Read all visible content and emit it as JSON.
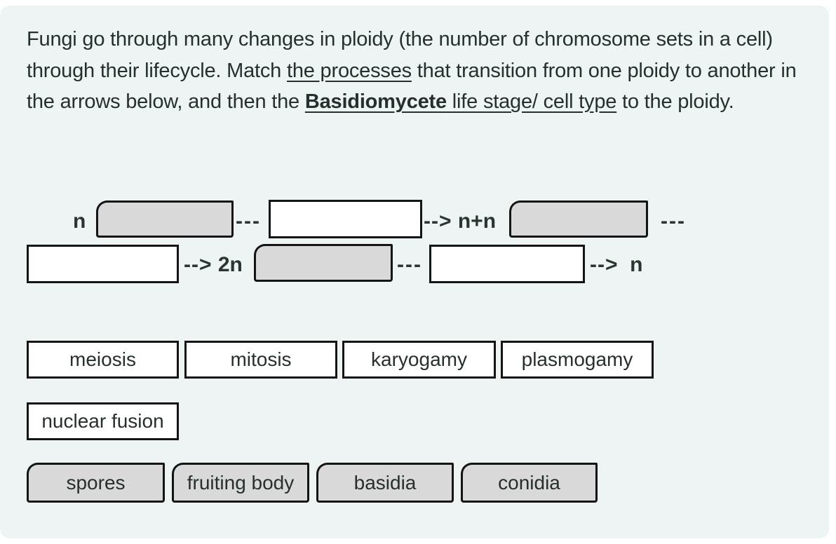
{
  "instructions": {
    "part1": "Fungi go through many changes in ploidy (the number of chromosome sets in a cell) through their lifecycle. Match ",
    "underline1": "the processes",
    "part2": " that transition from one ploidy to another in the arrows below, and then the ",
    "bold_underline": "Basidiomycete",
    "underline2": " life stage/ cell type",
    "part3": " to the ploidy."
  },
  "diagram": {
    "arrow": "-->",
    "dashes": "---",
    "labels": {
      "start": "n",
      "n_plus_n": "n+n",
      "two_n": "2n",
      "end": "n"
    }
  },
  "process_options": [
    "meiosis",
    "mitosis",
    "karyogamy",
    "plasmogamy",
    "nuclear fusion"
  ],
  "stage_options": [
    "spores",
    "fruiting body",
    "basidia",
    "conidia"
  ],
  "colors": {
    "page_bg": "#ffffff",
    "panel_bg": "#edf4f3",
    "text": "#25302d",
    "box_border": "#141414",
    "chip_fill": "#d9d9d9",
    "slot_fill": "#ffffff"
  }
}
